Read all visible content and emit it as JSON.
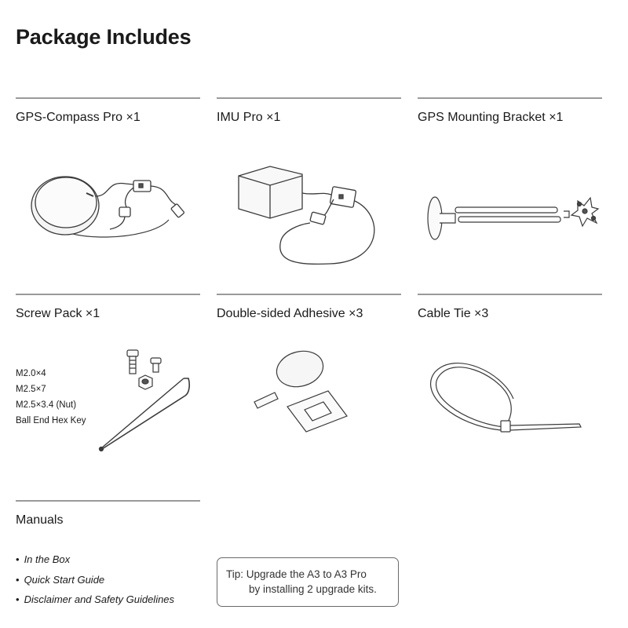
{
  "title": "Package Includes",
  "items": [
    {
      "label": "GPS-Compass Pro ×1",
      "icon": "gps-compass-icon"
    },
    {
      "label": "IMU Pro ×1",
      "icon": "imu-module-icon"
    },
    {
      "label": "GPS Mounting Bracket ×1",
      "icon": "mounting-bracket-icon"
    },
    {
      "label": "Screw Pack ×1",
      "icon": "screw-pack-icon"
    },
    {
      "label": "Double-sided Adhesive ×3",
      "icon": "adhesive-pads-icon"
    },
    {
      "label": "Cable Tie ×3",
      "icon": "cable-tie-icon"
    },
    {
      "label": "Manuals",
      "icon": ""
    }
  ],
  "screw_pack": [
    "M2.0×4",
    "M2.5×7",
    "M2.5×3.4 (Nut)",
    "Ball End Hex Key"
  ],
  "manuals": [
    "In the Box",
    "Quick Start Guide",
    "Disclaimer and Safety Guidelines"
  ],
  "bullet": "•",
  "tip": {
    "line1": "Tip: Upgrade the A3 to A3 Pro",
    "line2": "by installing 2 upgrade kits."
  }
}
